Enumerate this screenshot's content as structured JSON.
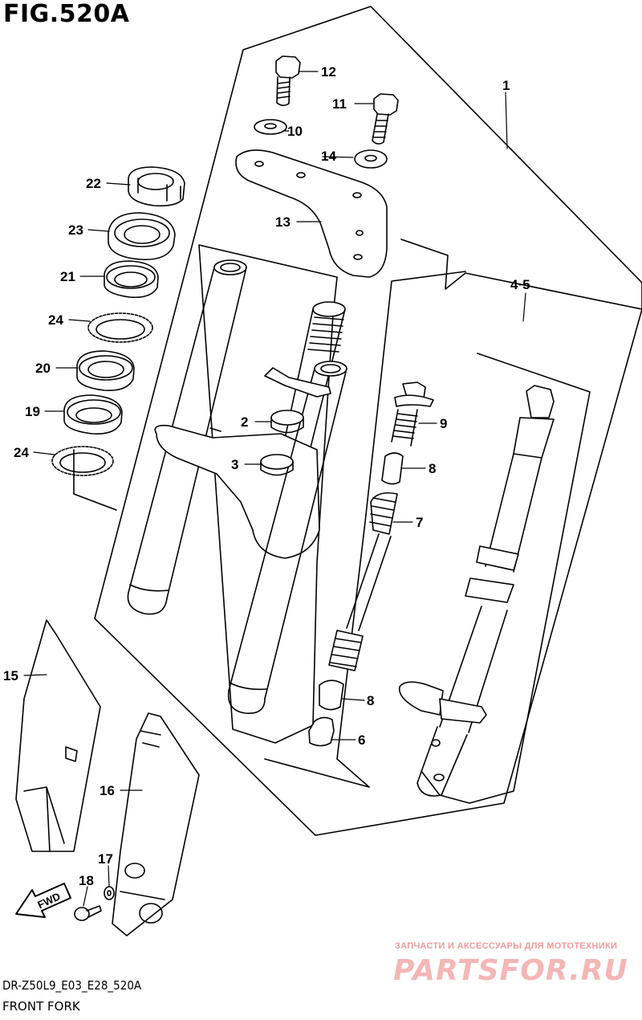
{
  "figure": {
    "title": "FIG.520A",
    "code": "DR-Z50L9_E03_E28_520A",
    "caption": "FRONT FORK"
  },
  "callouts": {
    "c1": "1",
    "c2": "2",
    "c3": "3",
    "c45": "4·5",
    "c6": "6",
    "c7": "7",
    "c8a": "8",
    "c8b": "8",
    "c9": "9",
    "c10": "10",
    "c11": "11",
    "c12": "12",
    "c13": "13",
    "c14": "14",
    "c15": "15",
    "c16": "16",
    "c17": "17",
    "c18": "18",
    "c19": "19",
    "c20": "20",
    "c21": "21",
    "c22": "22",
    "c23": "23",
    "c24a": "24",
    "c24b": "24"
  },
  "fwd_label": "FWD",
  "watermark": {
    "line1": "ЗАПЧАСТИ И АКСЕССУАРЫ ДЛЯ МОТОТЕХНИКИ",
    "logo": "PARTSFOR.RU"
  }
}
